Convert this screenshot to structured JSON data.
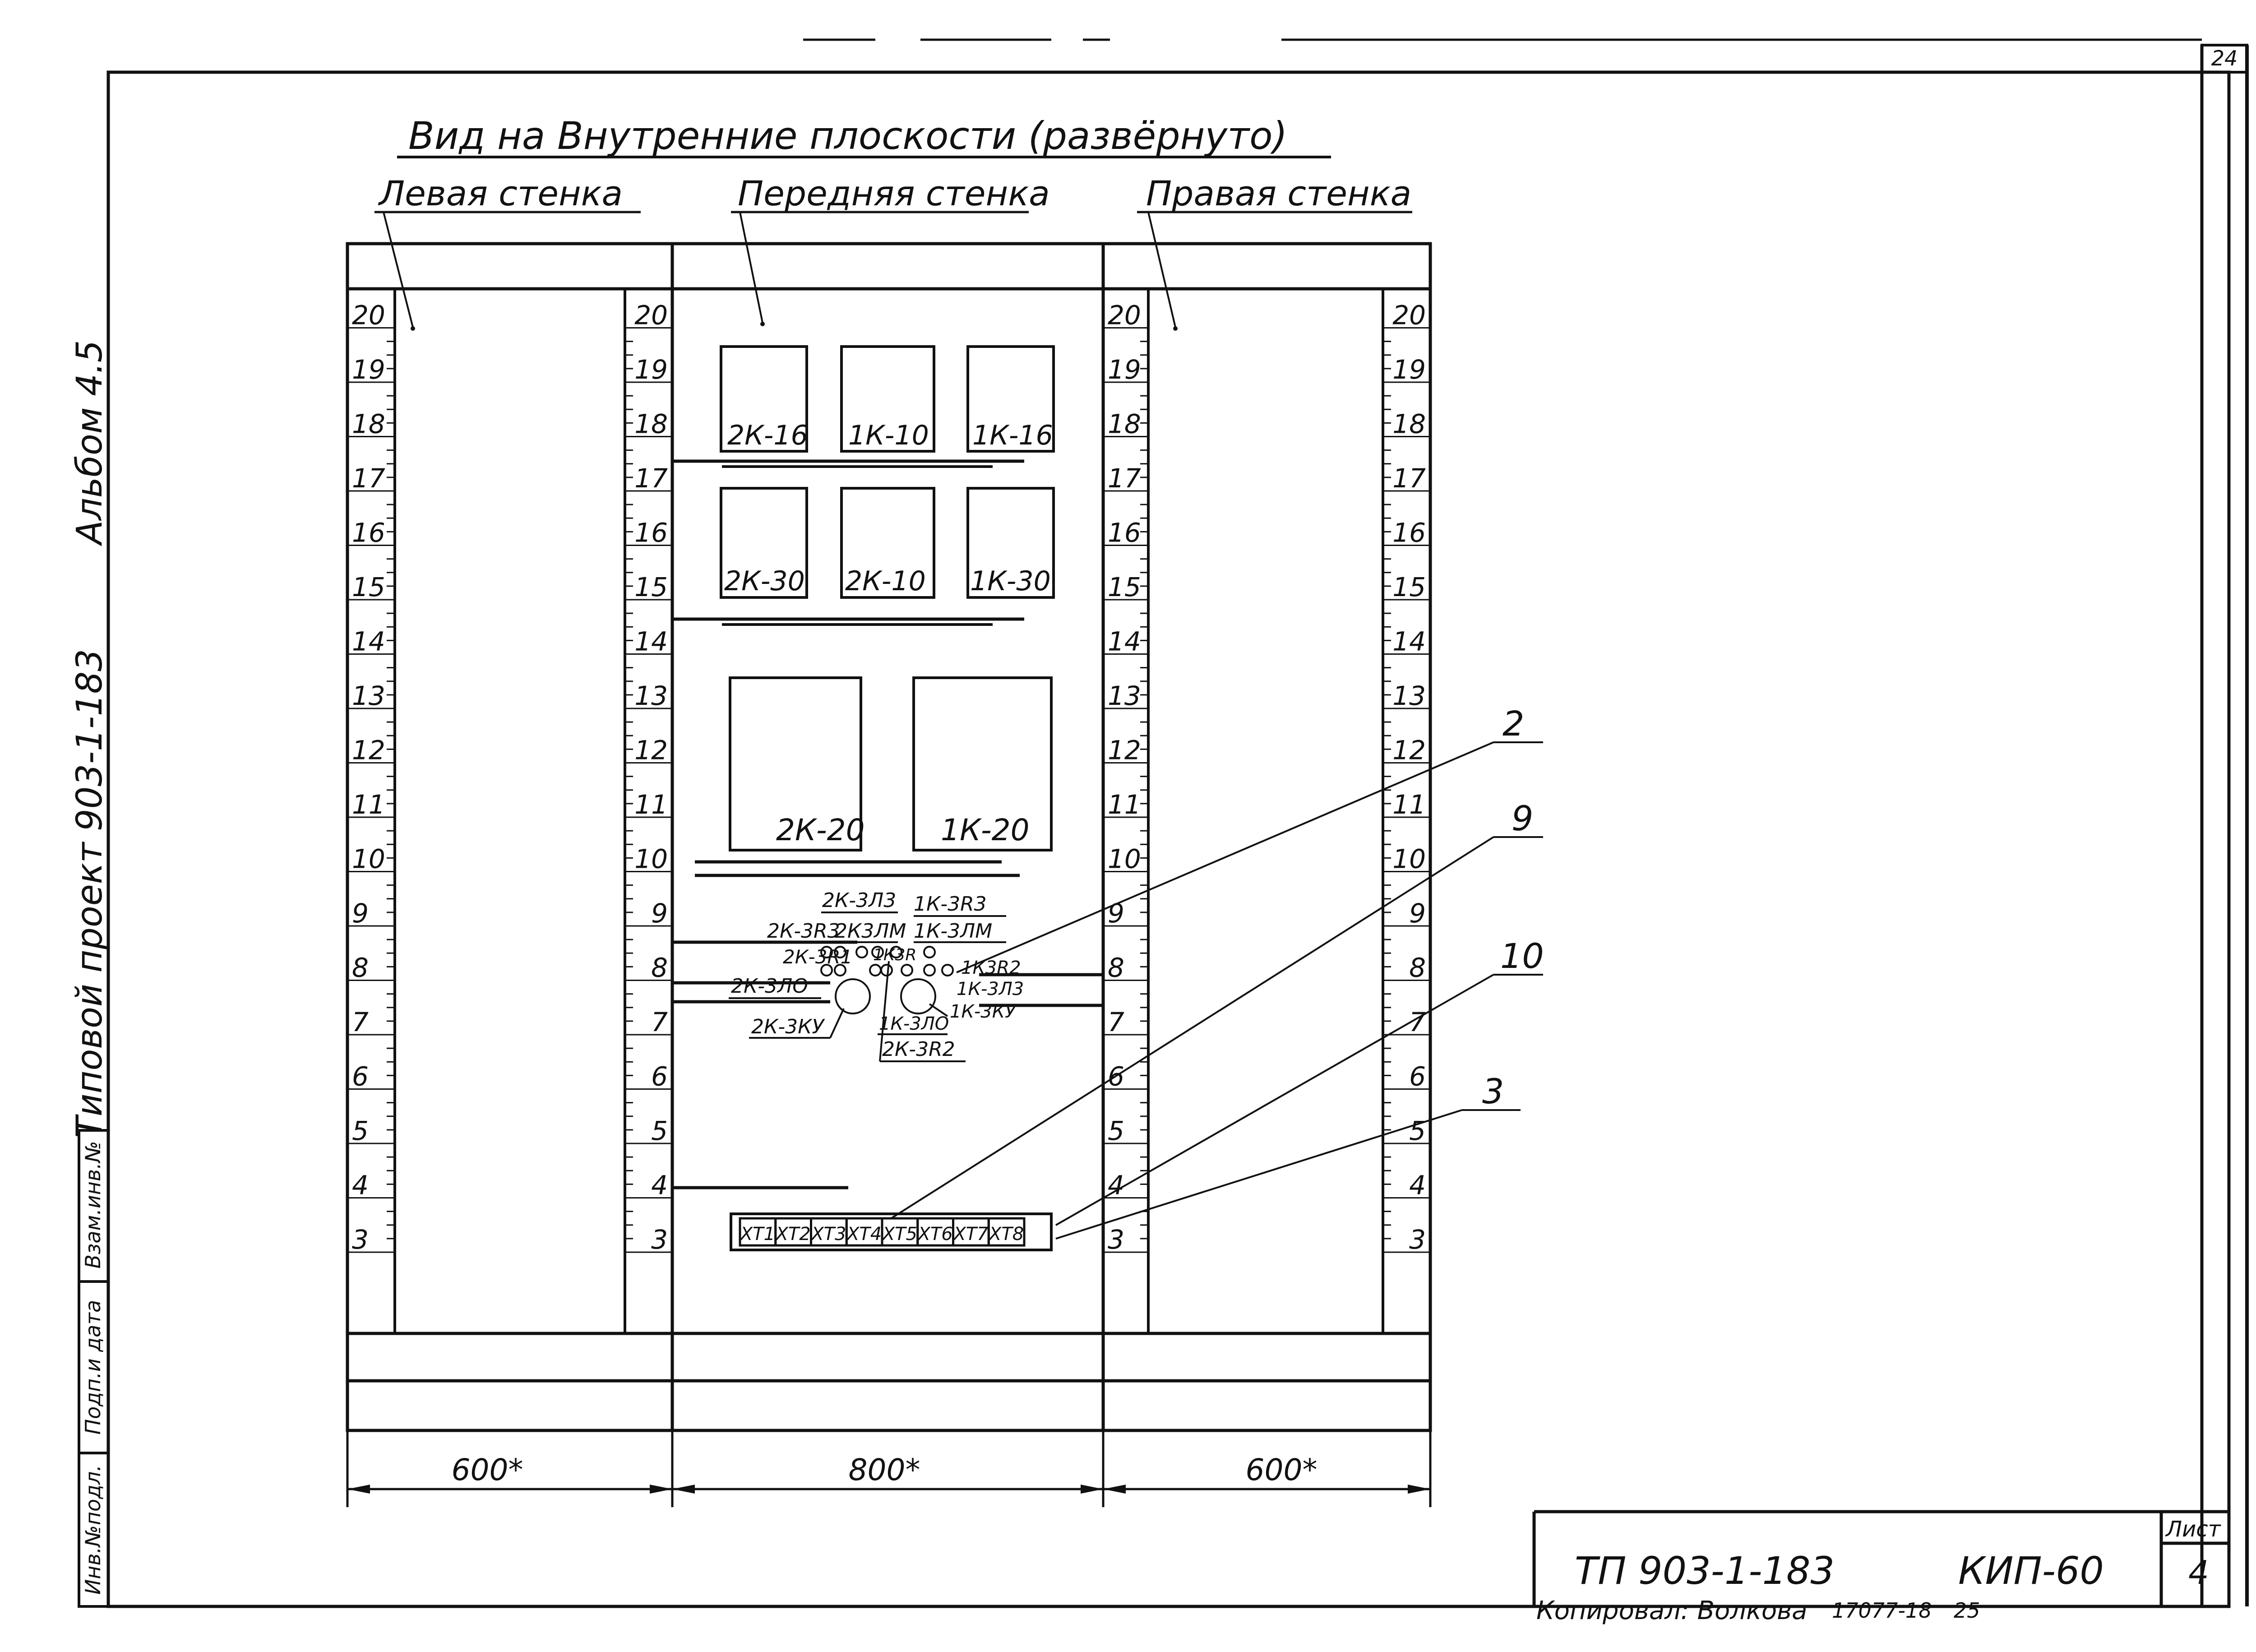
{
  "sheet_number_top": "24",
  "title": "Вид на Внутренние плоскости (развёрнуто)",
  "walls": {
    "left": "Левая стенка",
    "front": "Передняя стенка",
    "right": "Правая стенка"
  },
  "side_text": {
    "album": "Альбом 4.5",
    "project": "Типовой проект 903-1-183"
  },
  "stamp_columns": [
    "Инв.№подл.",
    "Подп.и дата",
    "Взам.инв.№"
  ],
  "scale_marks": [
    "3",
    "4",
    "5",
    "6",
    "7",
    "8",
    "9",
    "10",
    "11",
    "12",
    "13",
    "14",
    "15",
    "16",
    "17",
    "18",
    "19",
    "20"
  ],
  "devices_row1": [
    "2К-16",
    "1К-10",
    "1К-16"
  ],
  "devices_row2": [
    "2К-30",
    "2К-10",
    "1К-30"
  ],
  "devices_row3": [
    "2К-20",
    "1К-20"
  ],
  "small_labels": {
    "l_2k3l3": "2К-3Л3",
    "l_1k3r3": "1К-3R3",
    "l_2k3r3": "2К-3R3",
    "l_2k3lm": "2К3ЛМ",
    "l_1k3lm": "1К-3ЛМ",
    "l_2k3r1": "2К-3R1",
    "l_1k3r": "1К3R",
    "l_1k3r2": "1К3R2",
    "l_2k3lo": "2К-3ЛО",
    "l_1k3l3": "1К-3Л3",
    "l_2k3ku": "2К-3КУ",
    "l_1k3lo": "1К-3ЛО",
    "l_1k3ku": "1К-3КУ",
    "l_2k3r2": "2К-3R2"
  },
  "terminals": [
    "ХТ1",
    "ХТ2",
    "ХТ3",
    "ХТ4",
    "ХТ5",
    "ХТ6",
    "ХТ7",
    "ХТ8"
  ],
  "callouts": [
    "2",
    "9",
    "10",
    "3"
  ],
  "dimensions": {
    "left": "600*",
    "front": "800*",
    "right": "600*"
  },
  "title_block": {
    "doc": "ТП 903-1-183",
    "code": "КИП-60",
    "sheet_label": "Лист",
    "sheet": "4",
    "copied": "Копировал: Волкова",
    "order": "17077-18",
    "extra": "25"
  }
}
